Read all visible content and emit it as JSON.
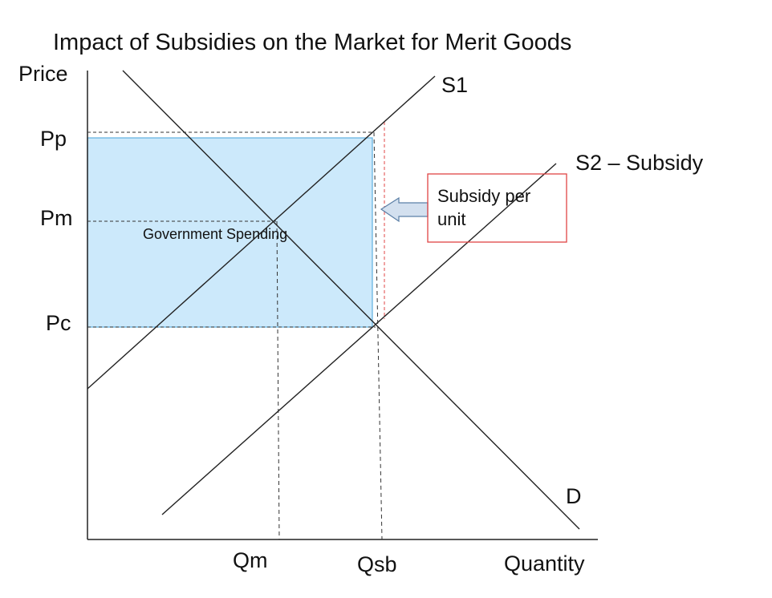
{
  "title": "Impact of Subsidies on the Market for Merit Goods",
  "axes": {
    "y_label": "Price",
    "x_label": "Quantity"
  },
  "price_labels": {
    "pp": "Pp",
    "pm": "Pm",
    "pc": "Pc"
  },
  "quantity_labels": {
    "qm": "Qm",
    "qsb": "Qsb"
  },
  "curves": {
    "s1": "S1",
    "s2": "S2 – Subsidy",
    "d": "D"
  },
  "shaded_area_label": "Government Spending",
  "callout": {
    "line1": "Subsidy per",
    "line2": "unit"
  },
  "colors": {
    "shade": "#cce9fb",
    "shade_border": "#5fb0e0",
    "callout_border": "#e04444",
    "arrow_fill": "#d3e0ef",
    "arrow_stroke": "#5b7fa6"
  }
}
